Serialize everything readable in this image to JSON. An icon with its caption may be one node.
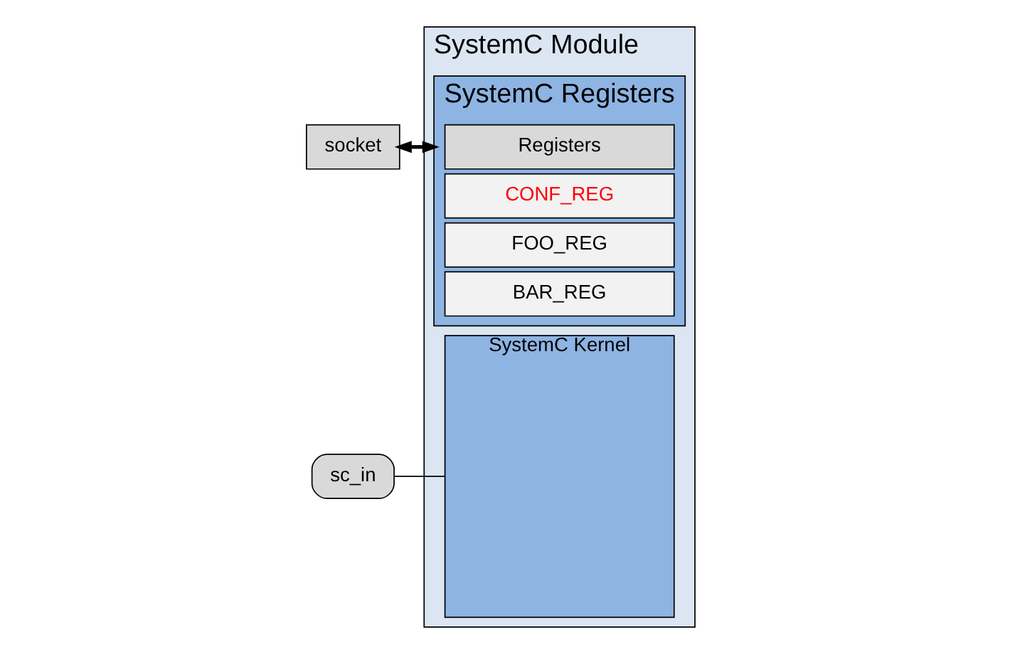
{
  "diagram": {
    "nodes": [
      {
        "text": [
          "SystemC Module"
        ]
      },
      {
        "text": [
          "socket"
        ]
      },
      {
        "text": [
          "SystemC Registers"
        ],
        "in": 0
      },
      {
        "text": [
          "Registers"
        ],
        "in": 2
      },
      {
        "text": [
          "CONF_REG"
        ],
        "in": 2
      },
      {
        "text": [
          "FOO_REG"
        ],
        "in": 2
      },
      {
        "text": [
          "BAR_REG"
        ],
        "in": 2
      },
      {
        "text": [
          "SystemC Kernel"
        ],
        "in": 0
      },
      {
        "text": [
          "sc_in"
        ]
      }
    ],
    "edges": [
      {
        "from": 1,
        "to": 2,
        "arrow": "both",
        "style": "thick"
      },
      {
        "from": 8,
        "to": 7,
        "arrow": "none"
      }
    ]
  }
}
